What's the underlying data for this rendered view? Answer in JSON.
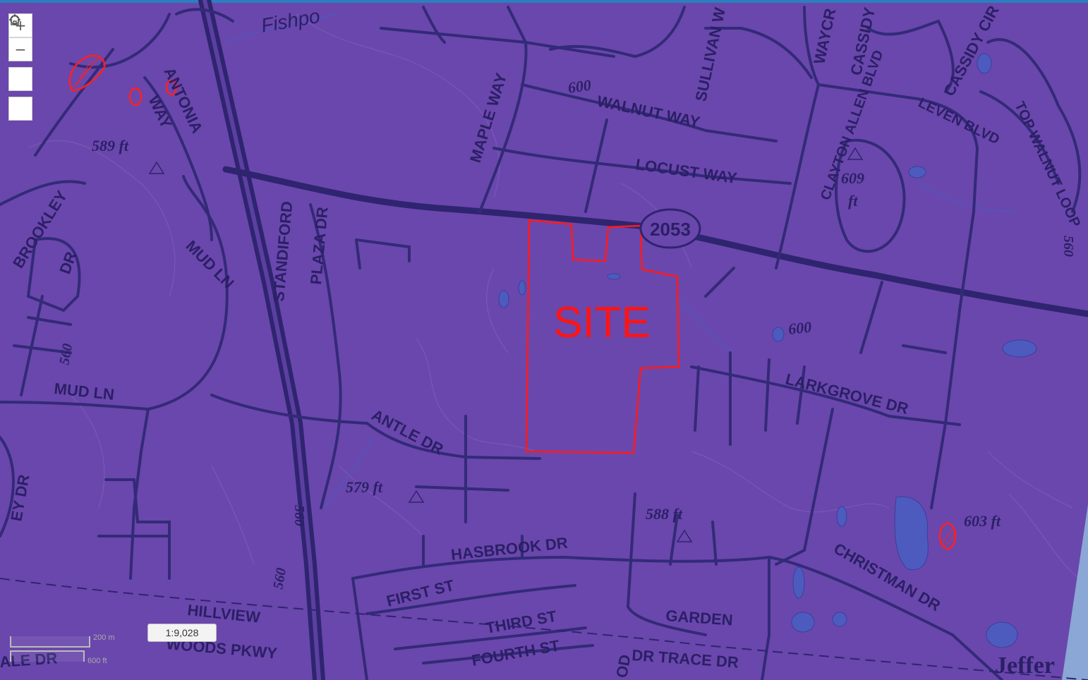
{
  "map": {
    "streets": {
      "fishpool": "Fishpo",
      "antonia_way_1": "ANTONIA",
      "antonia_way_2": "WAY",
      "brookley_dr_1": "BROOKLEY",
      "brookley_dr_2": "DR",
      "mud_ln_1": "MUD LN",
      "mud_ln_2": "MUD LN",
      "standiford": "STANDIFORD",
      "plaza_dr": "PLAZA DR",
      "maple_way": "MAPLE WAY",
      "walnut_way": "WALNUT WAY",
      "locust_way": "LOCUST WAY",
      "sullivan": "SULLIVAN W",
      "waycross": "WAYCR",
      "cassidy_1": "CASSIDY",
      "cassidy_cir": "CASSIDY CIR",
      "leven_blvd": "LEVEN BLVD",
      "top_walnut_loop": "TOP WALNUT LOOP",
      "clayton_allen_blvd": "CLAYTON ALLEN BLVD",
      "larkgrove_dr": "LARKGROVE DR",
      "antle_dr": "ANTLE DR",
      "hasbrook_dr": "HASBROOK DR",
      "first_st": "FIRST ST",
      "third_st": "THIRD ST",
      "fourth_st": "FOURTH ST",
      "hillview": "HILLVIEW",
      "woods_pkwy": "WOODS PKWY",
      "garden": "GARDEN",
      "trace_dr": "DR TRACE DR",
      "christman_dr": "CHRISTMAN DR",
      "ley_dr": "EY DR",
      "ale_dr": "ALE DR",
      "od": "OD",
      "jefferson": "Jeffer"
    },
    "elevations": {
      "e589": "589 ft",
      "e579": "579 ft",
      "e588": "588 ft",
      "e603": "603 ft",
      "e609a": "609",
      "e609b": "ft",
      "e600a": "600",
      "e600b": "600",
      "e560a": "560",
      "e560b": "560",
      "e560c": "560",
      "e560d": "560"
    },
    "route_shield": "2053",
    "site_label": "SITE",
    "scale_ratio": "1:9,028",
    "scale_bar": {
      "top_label": "200 m",
      "bottom_label": "600 ft"
    },
    "controls": {
      "zoom_in": "+",
      "zoom_out": "−",
      "home_icon": "home-icon",
      "locate_icon": "crosshair-icon"
    },
    "colors": {
      "background": "#6a47ac",
      "roads": "#2f2470",
      "site_boundary": "#ff1a1a",
      "water": "#4a5fc2"
    }
  }
}
